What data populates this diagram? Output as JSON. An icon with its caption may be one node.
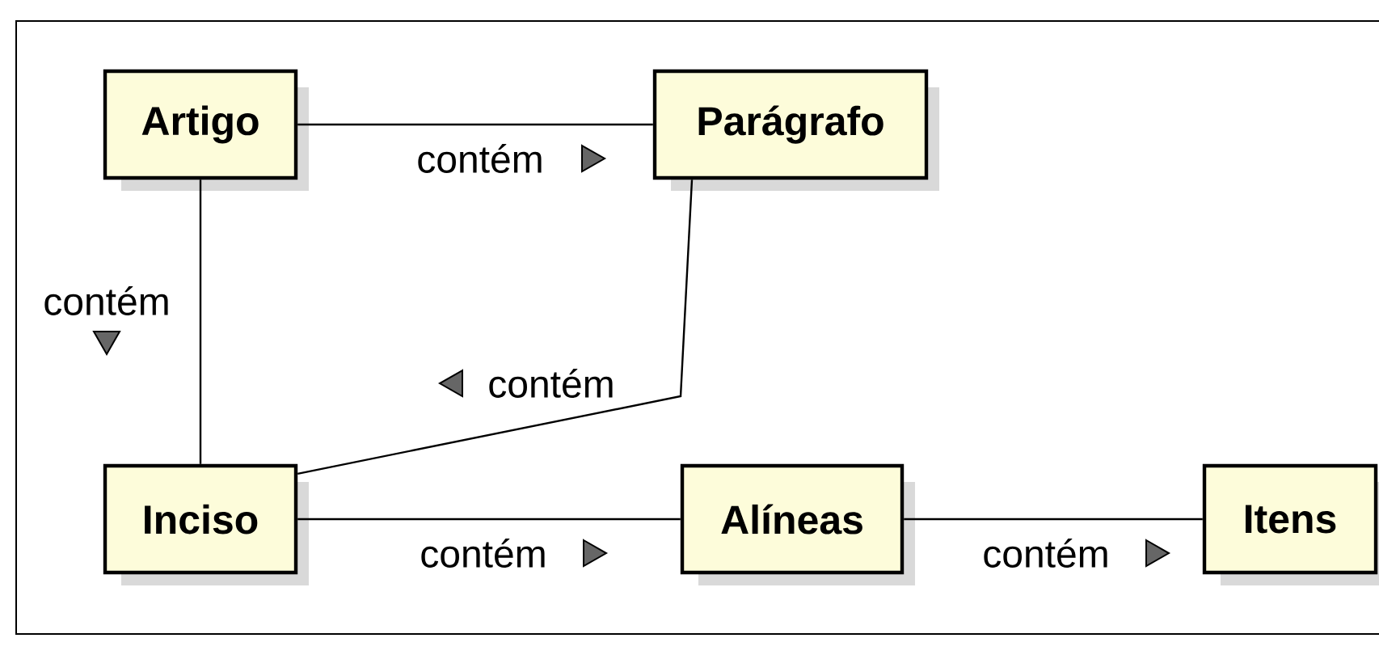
{
  "diagram": {
    "nodes": [
      {
        "text": [
          "Artigo"
        ]
      },
      {
        "text": [
          "Parágrafo"
        ]
      },
      {
        "text": [
          "Inciso"
        ]
      },
      {
        "text": [
          "Alíneas"
        ]
      },
      {
        "text": [
          "Itens"
        ]
      }
    ],
    "edges": [
      {
        "from": 0,
        "to": 1,
        "arrow": "none",
        "label": "contém"
      },
      {
        "from": 0,
        "to": 2,
        "arrow": "none",
        "label": "contém"
      },
      {
        "from": 1,
        "to": 2,
        "arrow": "none",
        "label": "contém"
      },
      {
        "from": 2,
        "to": 3,
        "arrow": "none",
        "label": "contém"
      },
      {
        "from": 3,
        "to": 4,
        "arrow": "none",
        "label": "contém"
      }
    ]
  }
}
